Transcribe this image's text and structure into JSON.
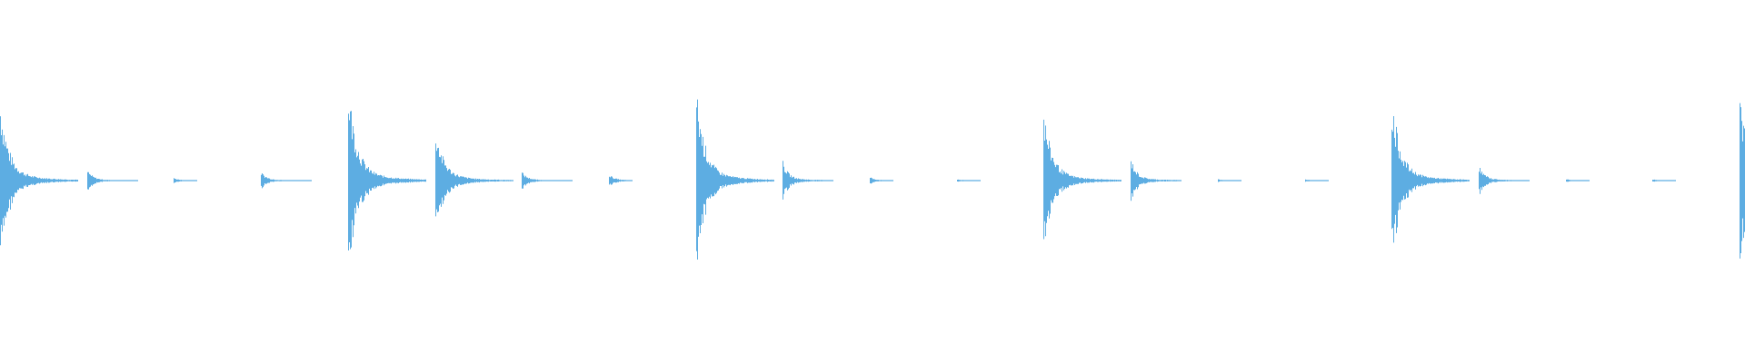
{
  "chart_data": {
    "type": "waveform",
    "title": "",
    "xlabel": "",
    "ylabel": "",
    "ylim": [
      -1,
      1
    ],
    "grid": false,
    "color": "#5dade2",
    "background": "#ffffff",
    "transients": [
      {
        "beat": 0,
        "peak": 0.46
      },
      {
        "beat": 1,
        "peak": 0.06
      },
      {
        "beat": 2,
        "peak": 0.015
      },
      {
        "beat": 3,
        "peak": 0.05
      },
      {
        "beat": 4,
        "peak": 0.56
      },
      {
        "beat": 5,
        "peak": 0.3
      },
      {
        "beat": 6,
        "peak": 0.05
      },
      {
        "beat": 7,
        "peak": 0.035
      },
      {
        "beat": 8,
        "peak": 0.52
      },
      {
        "beat": 9,
        "peak": 0.11
      },
      {
        "beat": 10,
        "peak": 0.02
      },
      {
        "beat": 11,
        "peak": 0.008
      },
      {
        "beat": 12,
        "peak": 0.4
      },
      {
        "beat": 13,
        "peak": 0.13
      },
      {
        "beat": 14,
        "peak": 0.008
      },
      {
        "beat": 15,
        "peak": 0.008
      },
      {
        "beat": 16,
        "peak": 0.49
      },
      {
        "beat": 17,
        "peak": 0.085
      },
      {
        "beat": 18,
        "peak": 0.008
      },
      {
        "beat": 19,
        "peak": 0.008
      },
      {
        "beat": 20,
        "peak": 0.52
      }
    ]
  }
}
